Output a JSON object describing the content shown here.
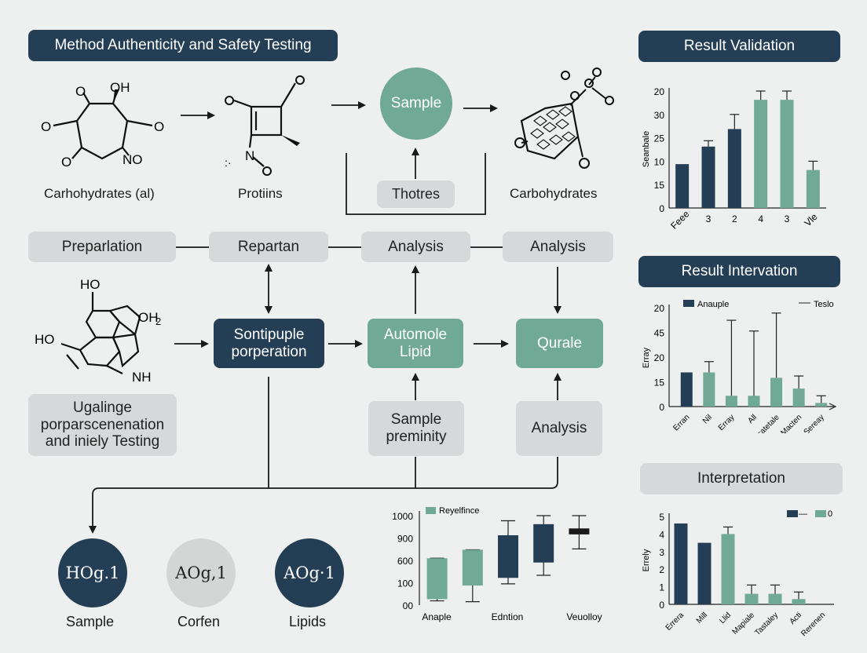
{
  "title": "Method Authenticity and Safety Testing",
  "row1": {
    "mol1_label": "Carhohydrates (al)",
    "mol2_label": "Protiins",
    "sample": "Sample",
    "thotres": "Thotres",
    "mol4_label": "Carbohydrates",
    "mol1_atoms": [
      "OH",
      "O",
      "O",
      "O",
      "O",
      "NO"
    ],
    "mol2_atoms": [
      "O",
      "O",
      "N"
    ],
    "mol4_atoms": [
      "O",
      "O",
      "O",
      "O",
      "O",
      "O",
      "O"
    ]
  },
  "row2": {
    "preparation": "Preparlation",
    "repartan": "Repartan",
    "analysis1": "Analysis",
    "analysis2": "Analysis"
  },
  "row3": {
    "mol3_atoms": [
      "HO",
      "OH",
      "2",
      "HO",
      "NH"
    ],
    "sontipuple": "Sontipuple porperation",
    "automole": "Automole Lipid",
    "qurale": "Qurale"
  },
  "row4": {
    "ugalinge": "Ugalinge porparscenenation and iniely Testing",
    "sample_preminity": "Sample preminity",
    "analysis3": "Analysis"
  },
  "circles": [
    {
      "text": "HOg.1",
      "label": "Sample"
    },
    {
      "text": "AOg,1",
      "label": "Corfen"
    },
    {
      "text": "AOg·1",
      "label": "Lipids"
    }
  ],
  "result_validation": {
    "header": "Result Validation",
    "chart_data": {
      "type": "bar",
      "ylabel": "Seanbale",
      "ylim": [
        0,
        20
      ],
      "yticks": [
        "20",
        "30",
        "25",
        "10",
        "15",
        "0"
      ],
      "categories": [
        "Feee",
        "3",
        "2",
        "4",
        "3",
        "Vle"
      ],
      "values": [
        7.5,
        10.5,
        13.5,
        18.5,
        18.5,
        6.5
      ],
      "errors": [
        0,
        1,
        2.5,
        1.5,
        1.5,
        1.5
      ],
      "colors": [
        "#243f55",
        "#243f55",
        "#243f55",
        "#70a996",
        "#70a996",
        "#70a996"
      ]
    }
  },
  "result_intervation": {
    "header": "Result Intervation",
    "chart_data": {
      "type": "bar",
      "ylabel": "Erray",
      "yticks": [
        "20",
        "45",
        "20",
        "15",
        "0"
      ],
      "legend": [
        "Anauple",
        "Teslo"
      ],
      "categories": [
        "Erran",
        "Nil",
        "Erray",
        "All",
        "Tasatetale",
        "Macten",
        "Sereay"
      ],
      "values": [
        19,
        19,
        6,
        6,
        16,
        10,
        2
      ],
      "whisker_tops": [
        19,
        25,
        48,
        42,
        52,
        17,
        6
      ],
      "colors": [
        "#243f55",
        "#70a996",
        "#70a996",
        "#70a996",
        "#70a996",
        "#70a996",
        "#70a996"
      ]
    }
  },
  "interpretation": {
    "header": "Interpretation",
    "chart_data": {
      "type": "bar",
      "ylabel": "Errely",
      "ylim": [
        0,
        5
      ],
      "yticks": [
        "5",
        "4",
        "3",
        "2",
        "1",
        "0"
      ],
      "legend": [
        "—",
        "0"
      ],
      "categories": [
        "Errera",
        "Mill",
        "Llid",
        "Mapiale",
        "Tastaley",
        "Acti",
        "Rerenen"
      ],
      "values": [
        4.6,
        3.5,
        4.0,
        0.6,
        0.6,
        0.3,
        0
      ],
      "errors": [
        0,
        0,
        0.4,
        0.5,
        0.5,
        0.4,
        0
      ],
      "colors": [
        "#243f55",
        "#243f55",
        "#70a996",
        "#70a996",
        "#70a996",
        "#70a996",
        "#70a996"
      ]
    }
  },
  "bottom_chart": {
    "chart_data": {
      "type": "box",
      "legend": "Reyelfince",
      "ylim": [
        0,
        1000
      ],
      "yticks": [
        "1000",
        "900",
        "600",
        "100",
        "00"
      ],
      "categories": [
        "Anaple",
        "Edntion",
        "Veuolloy"
      ],
      "boxes": [
        {
          "low": 50,
          "q1": 70,
          "q3": 550,
          "high": 550,
          "color": "#70a996"
        },
        {
          "low": 40,
          "q1": 230,
          "q3": 650,
          "high": 650,
          "color": "#70a996"
        },
        {
          "low": 250,
          "q1": 320,
          "q3": 820,
          "high": 990,
          "color": "#243f55"
        },
        {
          "low": 350,
          "q1": 500,
          "q3": 950,
          "high": 1050,
          "color": "#243f55"
        },
        {
          "low": 660,
          "q1": 830,
          "q3": 900,
          "high": 1050,
          "color": "#1a1a1a"
        }
      ]
    }
  }
}
